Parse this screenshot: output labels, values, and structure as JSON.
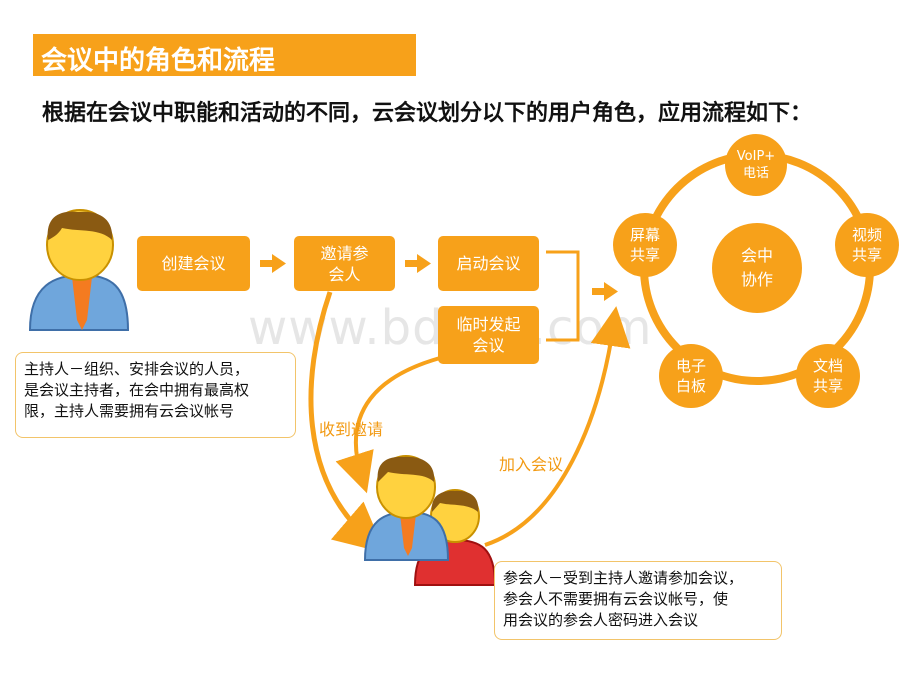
{
  "title": "会议中的角色和流程",
  "intro": "根据在会议中职能和活动的不同，云会议划分以下的用户角色，应用流程如下：",
  "watermark": "www.bdocx.com",
  "flow": {
    "create": "创建会议",
    "invite": [
      "邀请参",
      "会人"
    ],
    "start": "启动会议",
    "adhoc": [
      "临时发起",
      "会议"
    ]
  },
  "collab": {
    "center": [
      "会中",
      "协作"
    ],
    "voip": [
      "VoIP+",
      "电话"
    ],
    "video": [
      "视频",
      "共享"
    ],
    "doc": [
      "文档",
      "共享"
    ],
    "whiteboard": [
      "电子",
      "白板"
    ],
    "screen": [
      "屏幕",
      "共享"
    ]
  },
  "host_note": [
    "主持人－组织、安排会议的人员，",
    "是会议主持者，在会中拥有最高权",
    "限，主持人需要拥有云会议帐号"
  ],
  "participant_note": [
    "参会人－受到主持人邀请参加会议，",
    "参会人不需要拥有云会议帐号，使",
    "用会议的参会人密码进入会议"
  ],
  "labels": {
    "received_invite": "收到邀请",
    "join_meeting": "加入会议"
  },
  "colors": {
    "accent": "#F7A11A",
    "text": "#111111",
    "note_border": "#F2C46A"
  }
}
